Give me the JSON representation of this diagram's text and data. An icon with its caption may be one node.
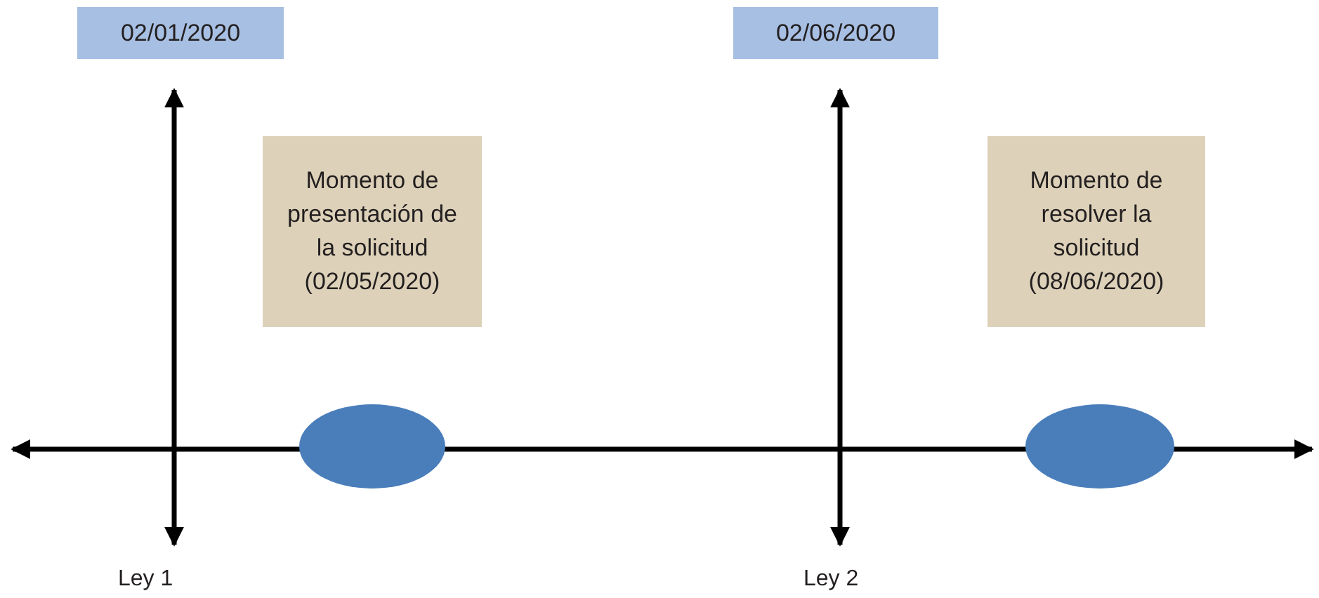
{
  "diagram": {
    "nodes": [
      {
        "text": [
          "02/01/2020"
        ]
      },
      {
        "text": [
          "02/06/2020"
        ]
      },
      {
        "text": [
          "Momento de presentación de la solicitud (02/05/2020)"
        ]
      },
      {
        "text": [
          "Momento de resolver la solicitud (08/06/2020)"
        ]
      },
      {
        "text": [],
        "shape": "circle"
      },
      {
        "text": [],
        "shape": "circle"
      }
    ],
    "labels": [
      "Ley 1",
      "Ley 2"
    ]
  }
}
